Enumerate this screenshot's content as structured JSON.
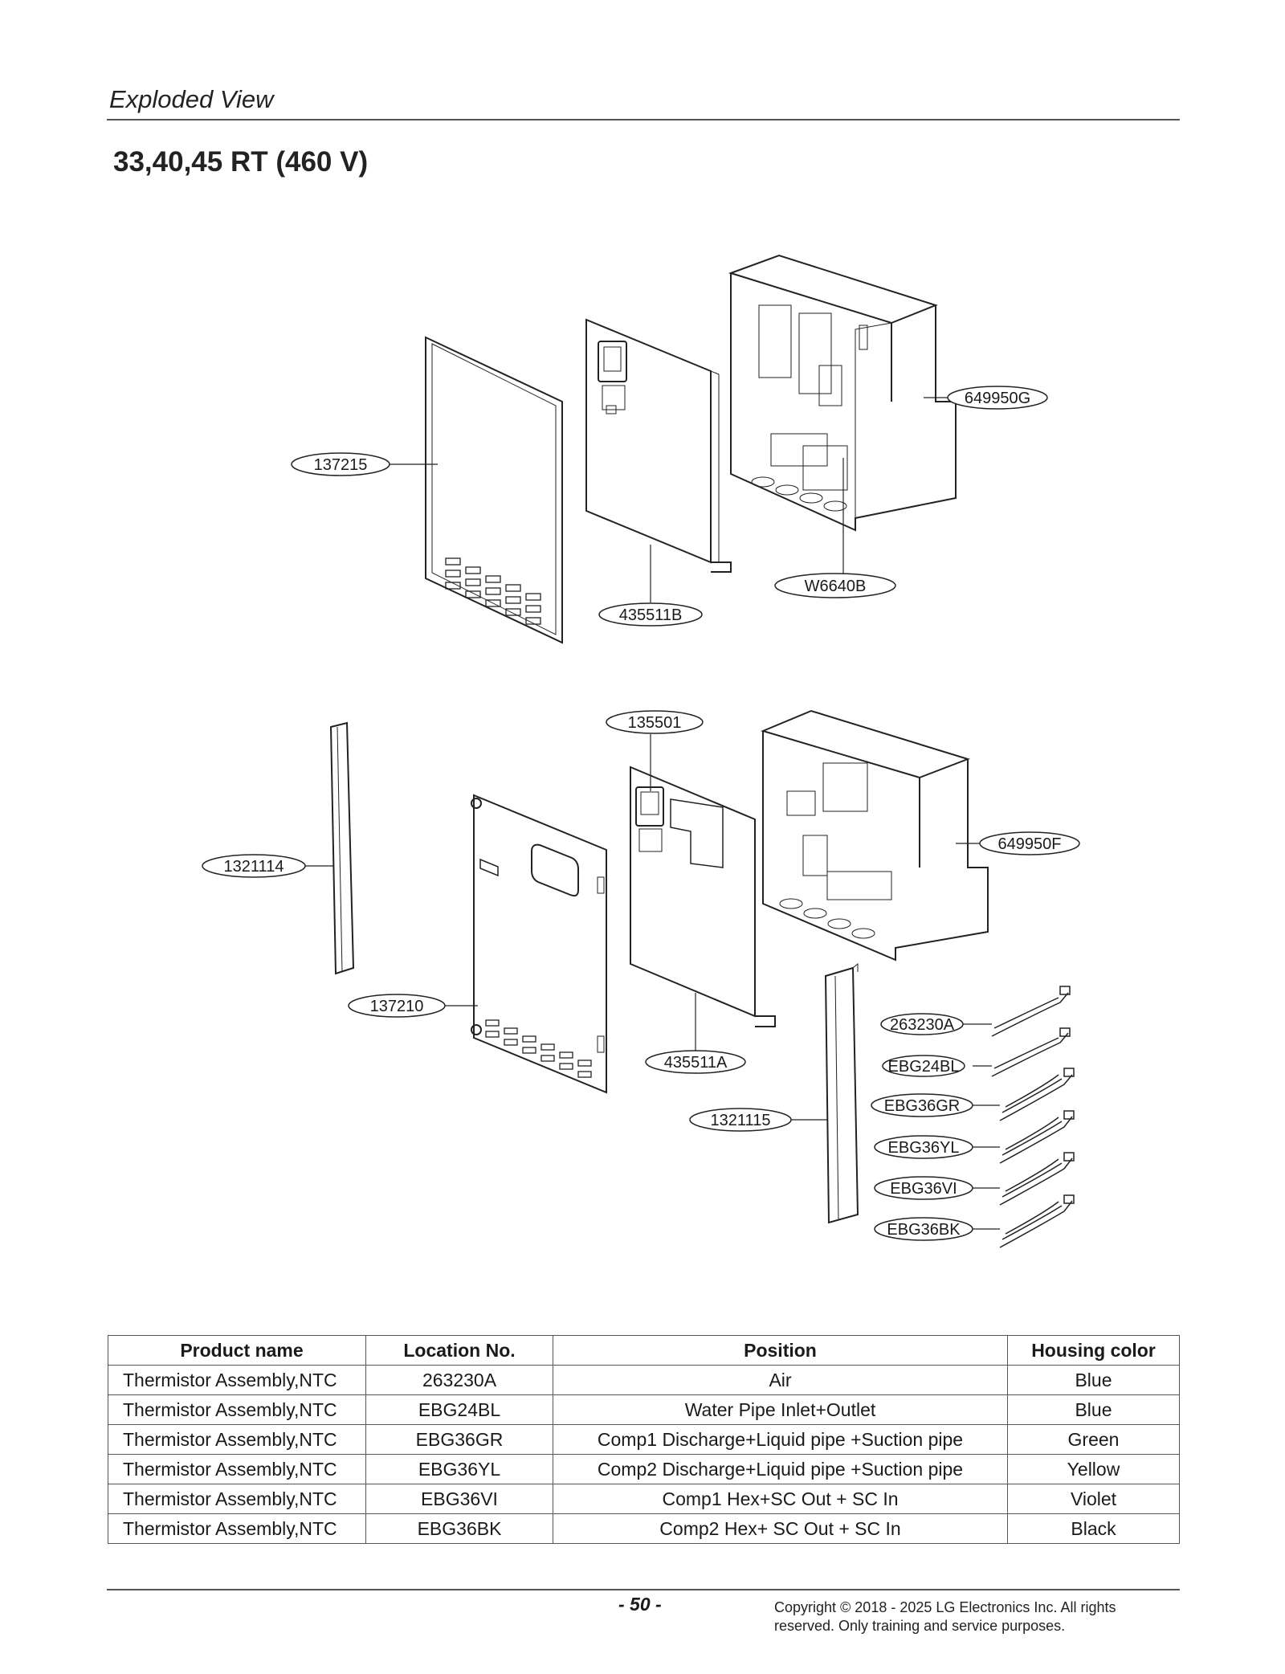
{
  "header": {
    "section_title": "Exploded View",
    "page_heading": "33,40,45 RT (460 V)"
  },
  "callouts": {
    "c137215": "137215",
    "c435511B": "435511B",
    "cW6640B": "W6640B",
    "c649950G": "649950G",
    "c135501": "135501",
    "c649950F": "649950F",
    "c1321114": "1321114",
    "c137210": "137210",
    "c435511A": "435511A",
    "c1321115": "1321115",
    "c263230A": "263230A",
    "cEBG24BL": "EBG24BL",
    "cEBG36GR": "EBG36GR",
    "cEBG36YL": "EBG36YL",
    "cEBG36VI": "EBG36VI",
    "cEBG36BK": "EBG36BK"
  },
  "table": {
    "headers": [
      "Product name",
      "Location No.",
      "Position",
      "Housing color"
    ],
    "rows": [
      [
        "Thermistor Assembly,NTC",
        "263230A",
        "Air",
        "Blue"
      ],
      [
        "Thermistor Assembly,NTC",
        "EBG24BL",
        "Water Pipe Inlet+Outlet",
        "Blue"
      ],
      [
        "Thermistor Assembly,NTC",
        "EBG36GR",
        "Comp1 Discharge+Liquid pipe +Suction pipe",
        "Green"
      ],
      [
        "Thermistor Assembly,NTC",
        "EBG36YL",
        "Comp2 Discharge+Liquid pipe +Suction pipe",
        "Yellow"
      ],
      [
        "Thermistor Assembly,NTC",
        "EBG36VI",
        "Comp1 Hex+SC Out + SC In",
        "Violet"
      ],
      [
        "Thermistor Assembly,NTC",
        "EBG36BK",
        "Comp2 Hex+ SC Out + SC In",
        "Black"
      ]
    ]
  },
  "footer": {
    "page_number": "- 50 -",
    "copyright": "Copyright © 2018 - 2025 LG Electronics Inc. All rights reserved. Only training and service purposes."
  }
}
